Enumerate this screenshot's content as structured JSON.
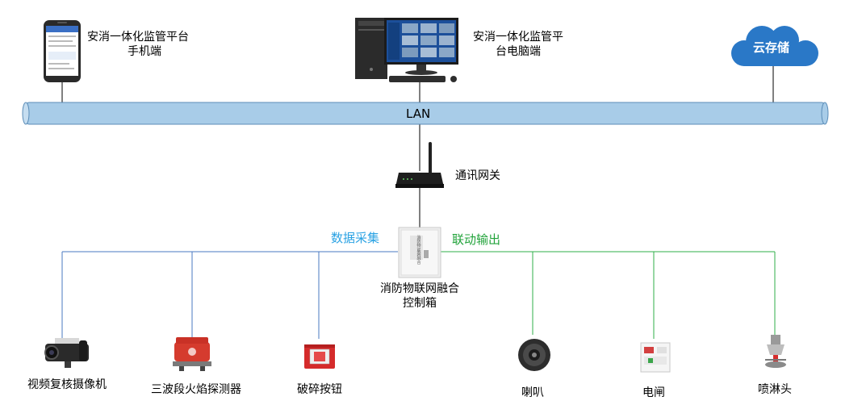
{
  "colors": {
    "lan_fill": "#A8CCE8",
    "lan_stroke": "#5B8DB8",
    "collect_line": "#4A78C2",
    "output_line": "#2FAF4A",
    "cloud": "#2A78C7"
  },
  "nodes": {
    "phone": {
      "line1": "安消一体化监管平台",
      "line2": "手机端"
    },
    "pc": {
      "line1": "安消一体化监管平",
      "line2": "台电脑端"
    },
    "cloud": {
      "label": "云存储"
    },
    "lan": {
      "label": "LAN"
    },
    "gateway": {
      "label": "通讯网关"
    },
    "control_box": {
      "line1": "消防物联网融合",
      "line2": "控制箱",
      "screen_text": "消防物联网融合"
    },
    "data_collect": {
      "label": "数据采集"
    },
    "linkage_output": {
      "label": "联动输出"
    }
  },
  "devices": {
    "camera": {
      "label": "视频复核摄像机",
      "icon": "camera-icon"
    },
    "flame_detector": {
      "label": "三波段火焰探测器",
      "icon": "flame-detector-icon"
    },
    "break_button": {
      "label": "破碎按钮",
      "icon": "alarm-button-icon"
    },
    "speaker": {
      "label": "喇叭",
      "icon": "speaker-icon"
    },
    "breaker": {
      "label": "电闸",
      "icon": "circuit-breaker-icon"
    },
    "sprinkler": {
      "label": "喷淋头",
      "icon": "sprinkler-icon"
    }
  }
}
